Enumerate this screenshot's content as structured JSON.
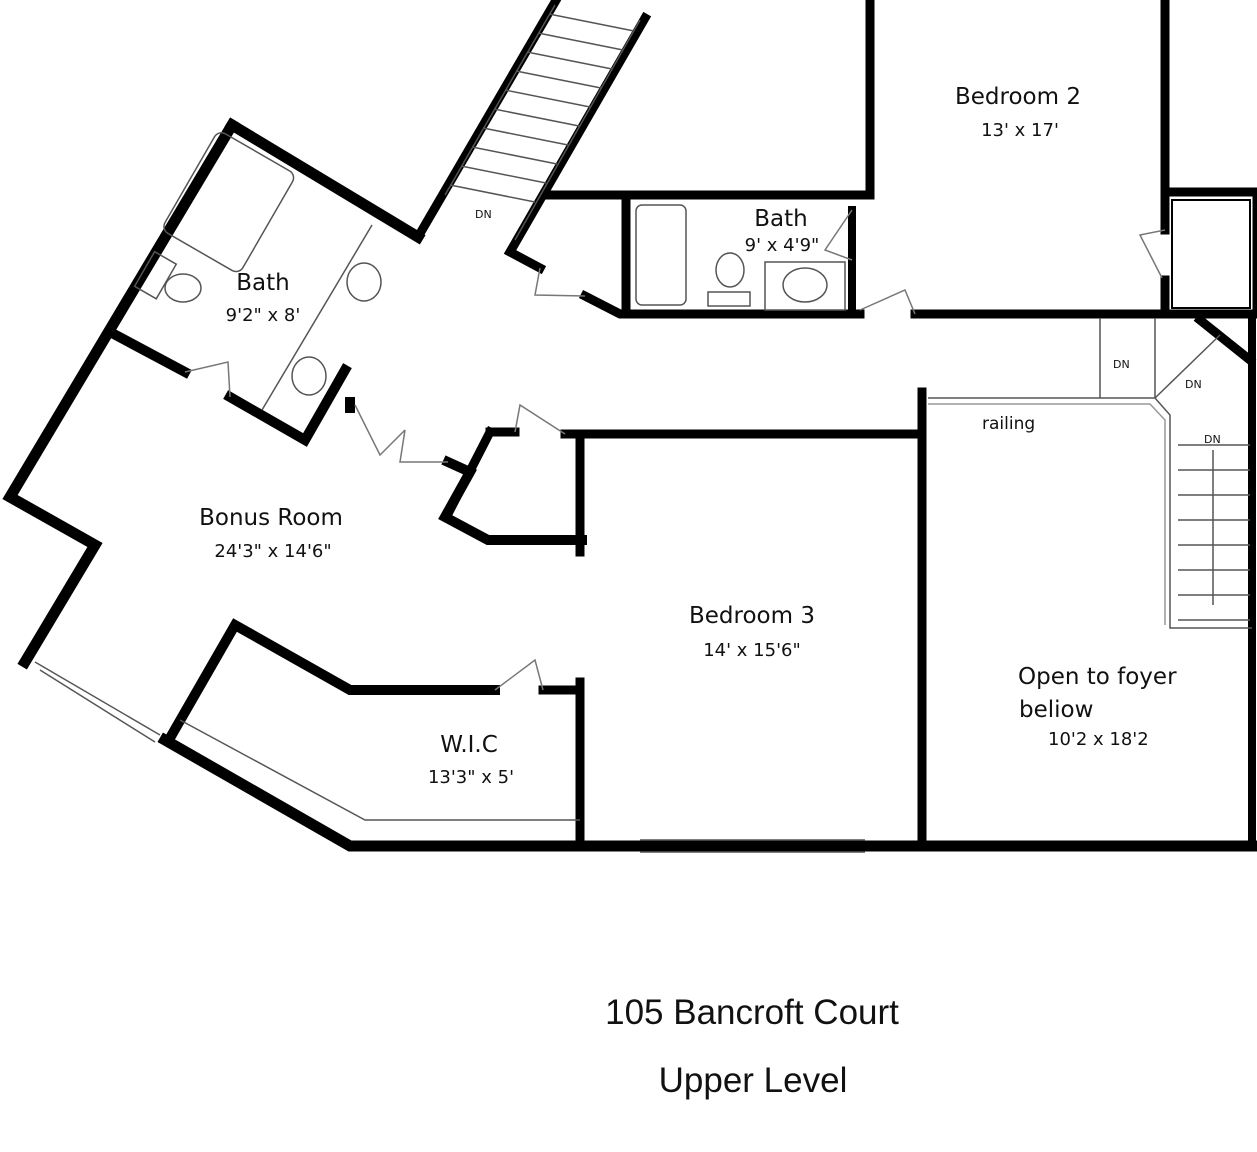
{
  "rooms": {
    "bedroom2": {
      "name": "Bedroom 2",
      "dims": "13' x 17'"
    },
    "bath_small": {
      "name": "Bath",
      "dims": "9' x 4'9\""
    },
    "bath_master": {
      "name": "Bath",
      "dims": "9'2\" x 8'"
    },
    "bonus": {
      "name": "Bonus Room",
      "dims": "24'3\" x 14'6\""
    },
    "bedroom3": {
      "name": "Bedroom 3",
      "dims": "14' x 15'6\""
    },
    "wic": {
      "name": "W.I.C",
      "dims": "13'3\" x 5'"
    },
    "foyer": {
      "name_line1": "Open to foyer",
      "name_line2": "beliow",
      "dims": "10'2 x 18'2"
    }
  },
  "annotations": {
    "railing": "railing",
    "stair_dn": "DN"
  },
  "footer": {
    "address": "105 Bancroft Court",
    "level": "Upper Level"
  }
}
